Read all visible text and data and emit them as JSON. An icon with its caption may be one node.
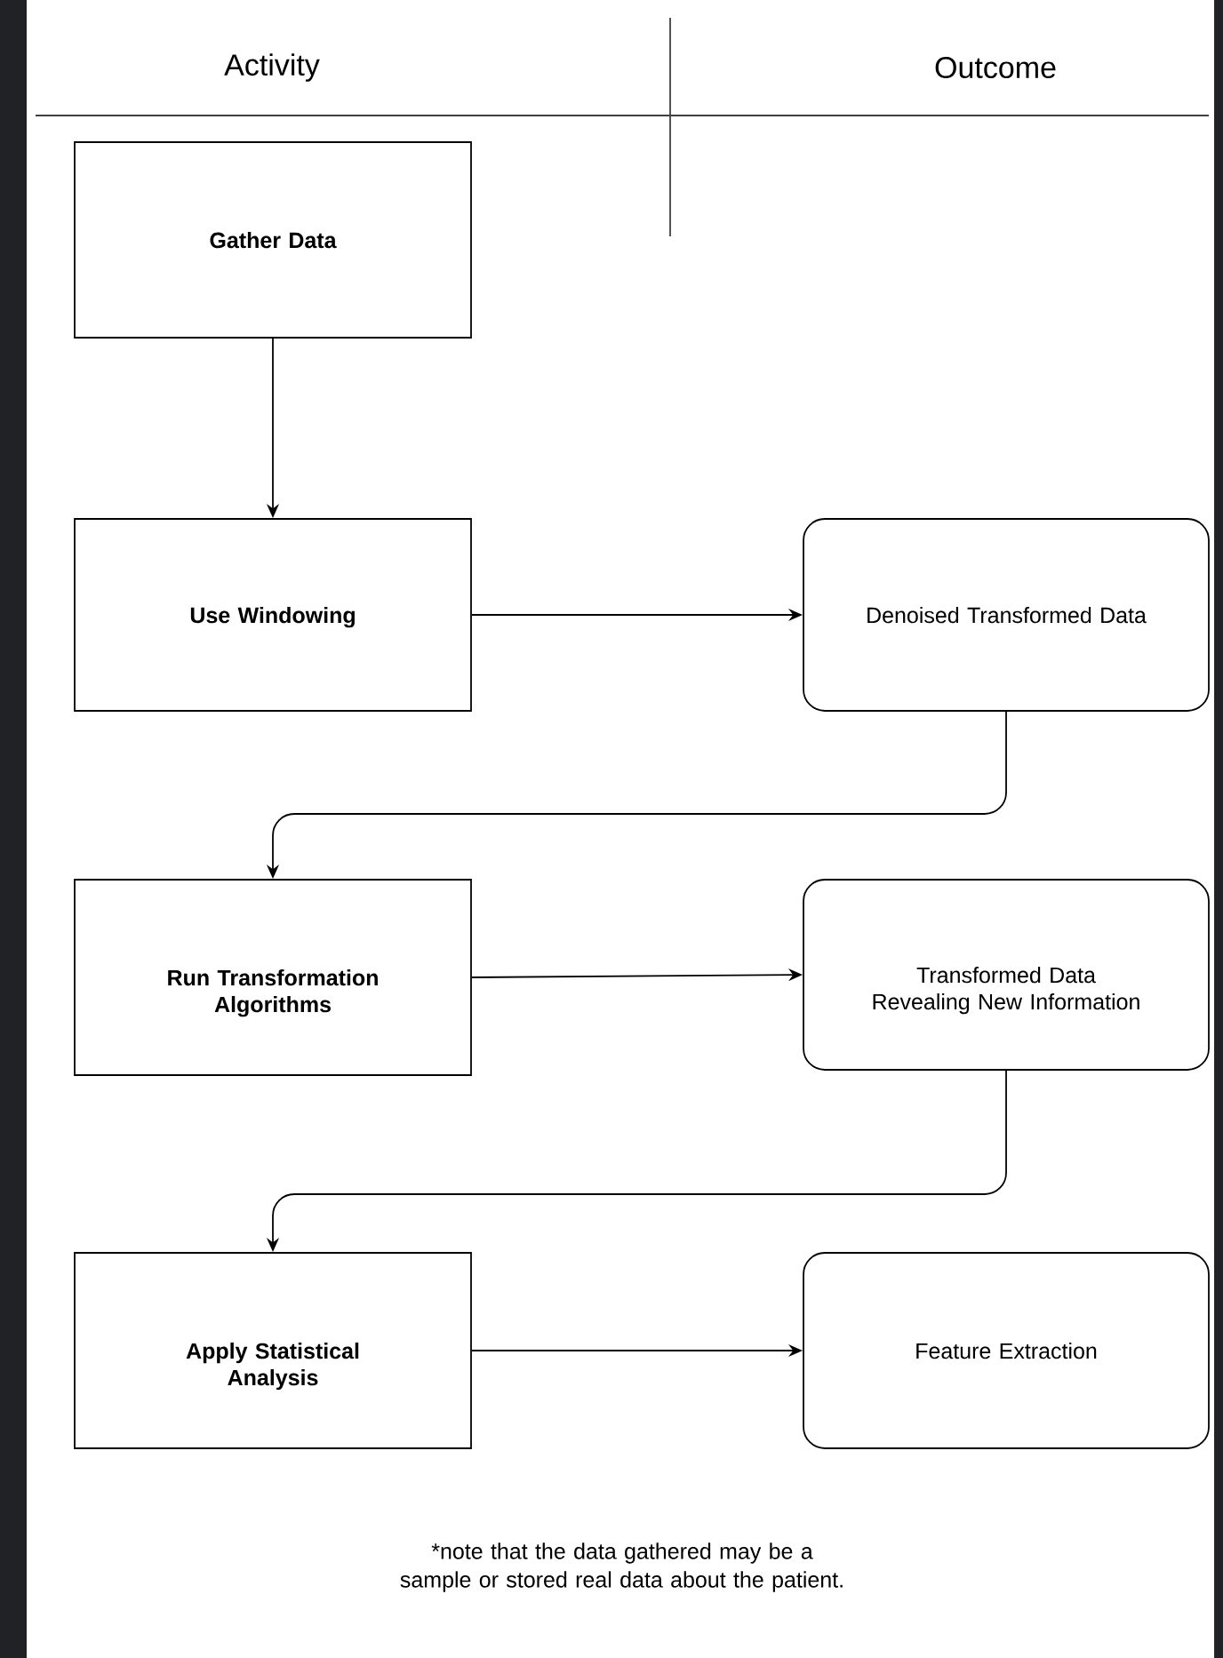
{
  "diagram": {
    "nodes": [
      {
        "text": [
          "Gather Data"
        ]
      },
      {
        "text": [
          "Use Windowing"
        ]
      },
      {
        "text": [
          "Denoised Transformed Data"
        ]
      },
      {
        "text": [
          "Run Transformation Algorithms"
        ]
      },
      {
        "text": [
          "Transformed Data Revealing New Information"
        ]
      },
      {
        "text": [
          "Apply Statistical Analysis"
        ]
      },
      {
        "text": [
          "Feature Extraction"
        ]
      }
    ],
    "edges": [
      {
        "from": 0,
        "to": 1,
        "arrow": "to"
      },
      {
        "from": 1,
        "to": 2,
        "arrow": "to"
      },
      {
        "from": 2,
        "to": 3,
        "arrow": "to"
      },
      {
        "from": 3,
        "to": 4,
        "arrow": "to"
      },
      {
        "from": 4,
        "to": 5,
        "arrow": "to"
      },
      {
        "from": 5,
        "to": 6,
        "arrow": "to"
      }
    ],
    "labels": [
      "Activity",
      "Outcome",
      "*note that the data gathered may be a sample or stored real data about the patient."
    ]
  }
}
